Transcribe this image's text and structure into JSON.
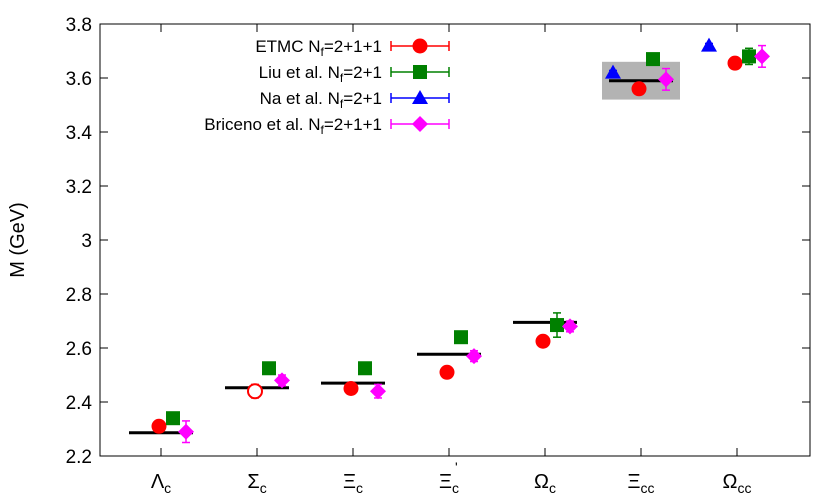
{
  "chart_data": {
    "type": "scatter",
    "ylabel": "M (GeV)",
    "ylim": [
      2.2,
      3.8
    ],
    "yticks": [
      2.2,
      2.4,
      2.6,
      2.8,
      3.0,
      3.2,
      3.4,
      3.6,
      3.8
    ],
    "ytick_labels": [
      "2.2",
      "2.4",
      "2.6",
      "2.8",
      "3",
      "3.2",
      "3.4",
      "3.6",
      "3.8"
    ],
    "categories": [
      {
        "base": "Λ",
        "sub": "c",
        "prime": false
      },
      {
        "base": "Σ",
        "sub": "c",
        "prime": false
      },
      {
        "base": "Ξ",
        "sub": "c",
        "prime": false
      },
      {
        "base": "Ξ",
        "sub": "c",
        "prime": true
      },
      {
        "base": "Ω",
        "sub": "c",
        "prime": false
      },
      {
        "base": "Ξ",
        "sub": "cc",
        "prime": false
      },
      {
        "base": "Ω",
        "sub": "cc",
        "prime": false
      }
    ],
    "legend_position": "top-left",
    "experimental_lines": [
      2.286,
      2.453,
      2.47,
      2.577,
      2.695,
      3.59,
      null
    ],
    "shaded_band": {
      "category_index": 5,
      "ymin": 3.52,
      "ymax": 3.66,
      "color": "#b3b3b3"
    },
    "series": [
      {
        "name": "ETMC N_f=2+1+1",
        "legend_main": "ETMC N",
        "legend_sub": "f",
        "legend_tail": "=2+1+1",
        "color": "#ff0000",
        "marker": "circle",
        "points": [
          {
            "cat": 0,
            "y": 2.31,
            "err": 0.02,
            "open": false
          },
          {
            "cat": 1,
            "y": 2.44,
            "err": 0.025,
            "open": true
          },
          {
            "cat": 2,
            "y": 2.45,
            "err": 0.012,
            "open": false
          },
          {
            "cat": 3,
            "y": 2.51,
            "err": 0.012,
            "open": false
          },
          {
            "cat": 4,
            "y": 2.625,
            "err": 0.01,
            "open": false
          },
          {
            "cat": 5,
            "y": 3.56,
            "err": 0.01,
            "open": false
          },
          {
            "cat": 6,
            "y": 3.655,
            "err": 0.01,
            "open": false
          }
        ]
      },
      {
        "name": "Liu et al. N_f=2+1",
        "legend_main": "Liu et al. N",
        "legend_sub": "f",
        "legend_tail": "=2+1",
        "color": "#008000",
        "marker": "square",
        "points": [
          {
            "cat": 0,
            "y": 2.34,
            "err": 0.012
          },
          {
            "cat": 1,
            "y": 2.525,
            "err": 0.01
          },
          {
            "cat": 2,
            "y": 2.525,
            "err": 0.01
          },
          {
            "cat": 3,
            "y": 2.64,
            "err": 0.01
          },
          {
            "cat": 4,
            "y": 2.685,
            "err": 0.045
          },
          {
            "cat": 5,
            "y": 3.67,
            "err": 0.01
          },
          {
            "cat": 6,
            "y": 3.68,
            "err": 0.03
          }
        ]
      },
      {
        "name": "Na et al. N_f=2+1",
        "legend_main": "Na et al. N",
        "legend_sub": "f",
        "legend_tail": "=2+1",
        "color": "#0000ff",
        "marker": "triangle",
        "points": [
          {
            "cat": 5,
            "y": 3.62,
            "err": 0.008
          },
          {
            "cat": 6,
            "y": 3.72,
            "err": 0.008
          }
        ]
      },
      {
        "name": "Briceno et al. N_f=2+1+1",
        "legend_main": "Briceno et al. N",
        "legend_sub": "f",
        "legend_tail": "=2+1+1",
        "color": "#ff00ff",
        "marker": "diamond",
        "points": [
          {
            "cat": 0,
            "y": 2.29,
            "err": 0.04
          },
          {
            "cat": 1,
            "y": 2.48,
            "err": 0.02
          },
          {
            "cat": 2,
            "y": 2.44,
            "err": 0.025
          },
          {
            "cat": 3,
            "y": 2.57,
            "err": 0.02
          },
          {
            "cat": 4,
            "y": 2.68,
            "err": 0.02
          },
          {
            "cat": 5,
            "y": 3.595,
            "err": 0.04
          },
          {
            "cat": 6,
            "y": 3.68,
            "err": 0.04
          }
        ]
      }
    ]
  }
}
